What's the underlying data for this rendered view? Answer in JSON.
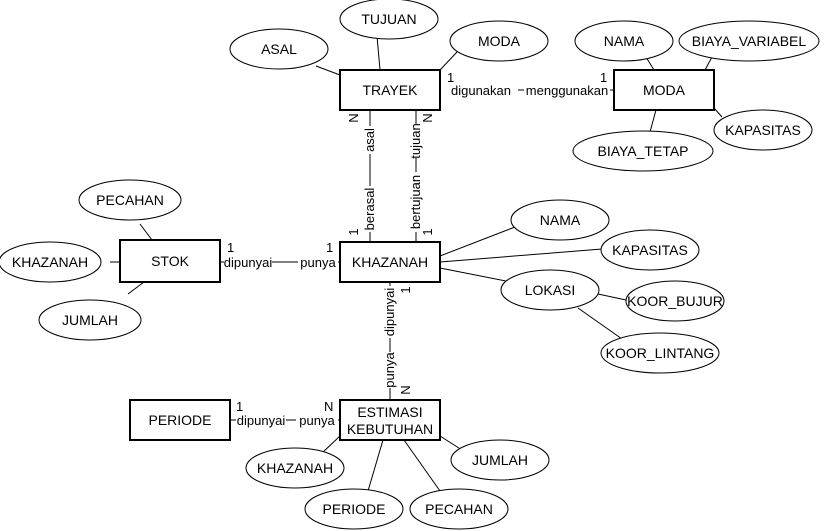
{
  "entities": {
    "trayek": "TRAYEK",
    "moda": "MODA",
    "stok": "STOK",
    "khazanah": "KHAZANAH",
    "periode": "PERIODE",
    "estimasi_line1": "ESTIMASI",
    "estimasi_line2": "KEBUTUHAN"
  },
  "attributes": {
    "trayek_asal": "ASAL",
    "trayek_tujuan": "TUJUAN",
    "trayek_moda": "MODA",
    "moda_nama": "NAMA",
    "moda_biaya_variabel": "BIAYA_VARIABEL",
    "moda_kapasitas": "KAPASITAS",
    "moda_biaya_tetap": "BIAYA_TETAP",
    "stok_pecahan": "PECAHAN",
    "stok_khazanah": "KHAZANAH",
    "stok_jumlah": "JUMLAH",
    "khazanah_nama": "NAMA",
    "khazanah_kapasitas": "KAPASITAS",
    "khazanah_lokasi": "LOKASI",
    "lokasi_koor_bujur": "KOOR_BUJUR",
    "lokasi_koor_lintang": "KOOR_LINTANG",
    "est_khazanah": "KHAZANAH",
    "est_jumlah": "JUMLAH",
    "est_periode": "PERIODE",
    "est_pecahan": "PECAHAN"
  },
  "relationships": {
    "trayek_moda_left": "digunakan",
    "trayek_moda_right": "menggunakan",
    "trayek_moda_card_left": "1",
    "trayek_moda_card_right": "1",
    "asal_top": "asal",
    "asal_bottom": "berasal",
    "asal_card_top": "N",
    "asal_card_bottom": "1",
    "tujuan_top": "tujuan",
    "tujuan_bottom": "bertujuan",
    "tujuan_card_top": "N",
    "tujuan_card_bottom": "1",
    "stok_khazanah_left": "dipunyai",
    "stok_khazanah_right": "punya",
    "stok_khazanah_card_left": "1",
    "stok_khazanah_card_right": "1",
    "khazanah_est_top": "dipunyai",
    "khazanah_est_bottom": "punya",
    "khazanah_est_card_top": "1",
    "khazanah_est_card_bottom": "N",
    "periode_est_left": "dipunyai",
    "periode_est_right": "punya",
    "periode_est_card_left": "1",
    "periode_est_card_right": "N"
  }
}
